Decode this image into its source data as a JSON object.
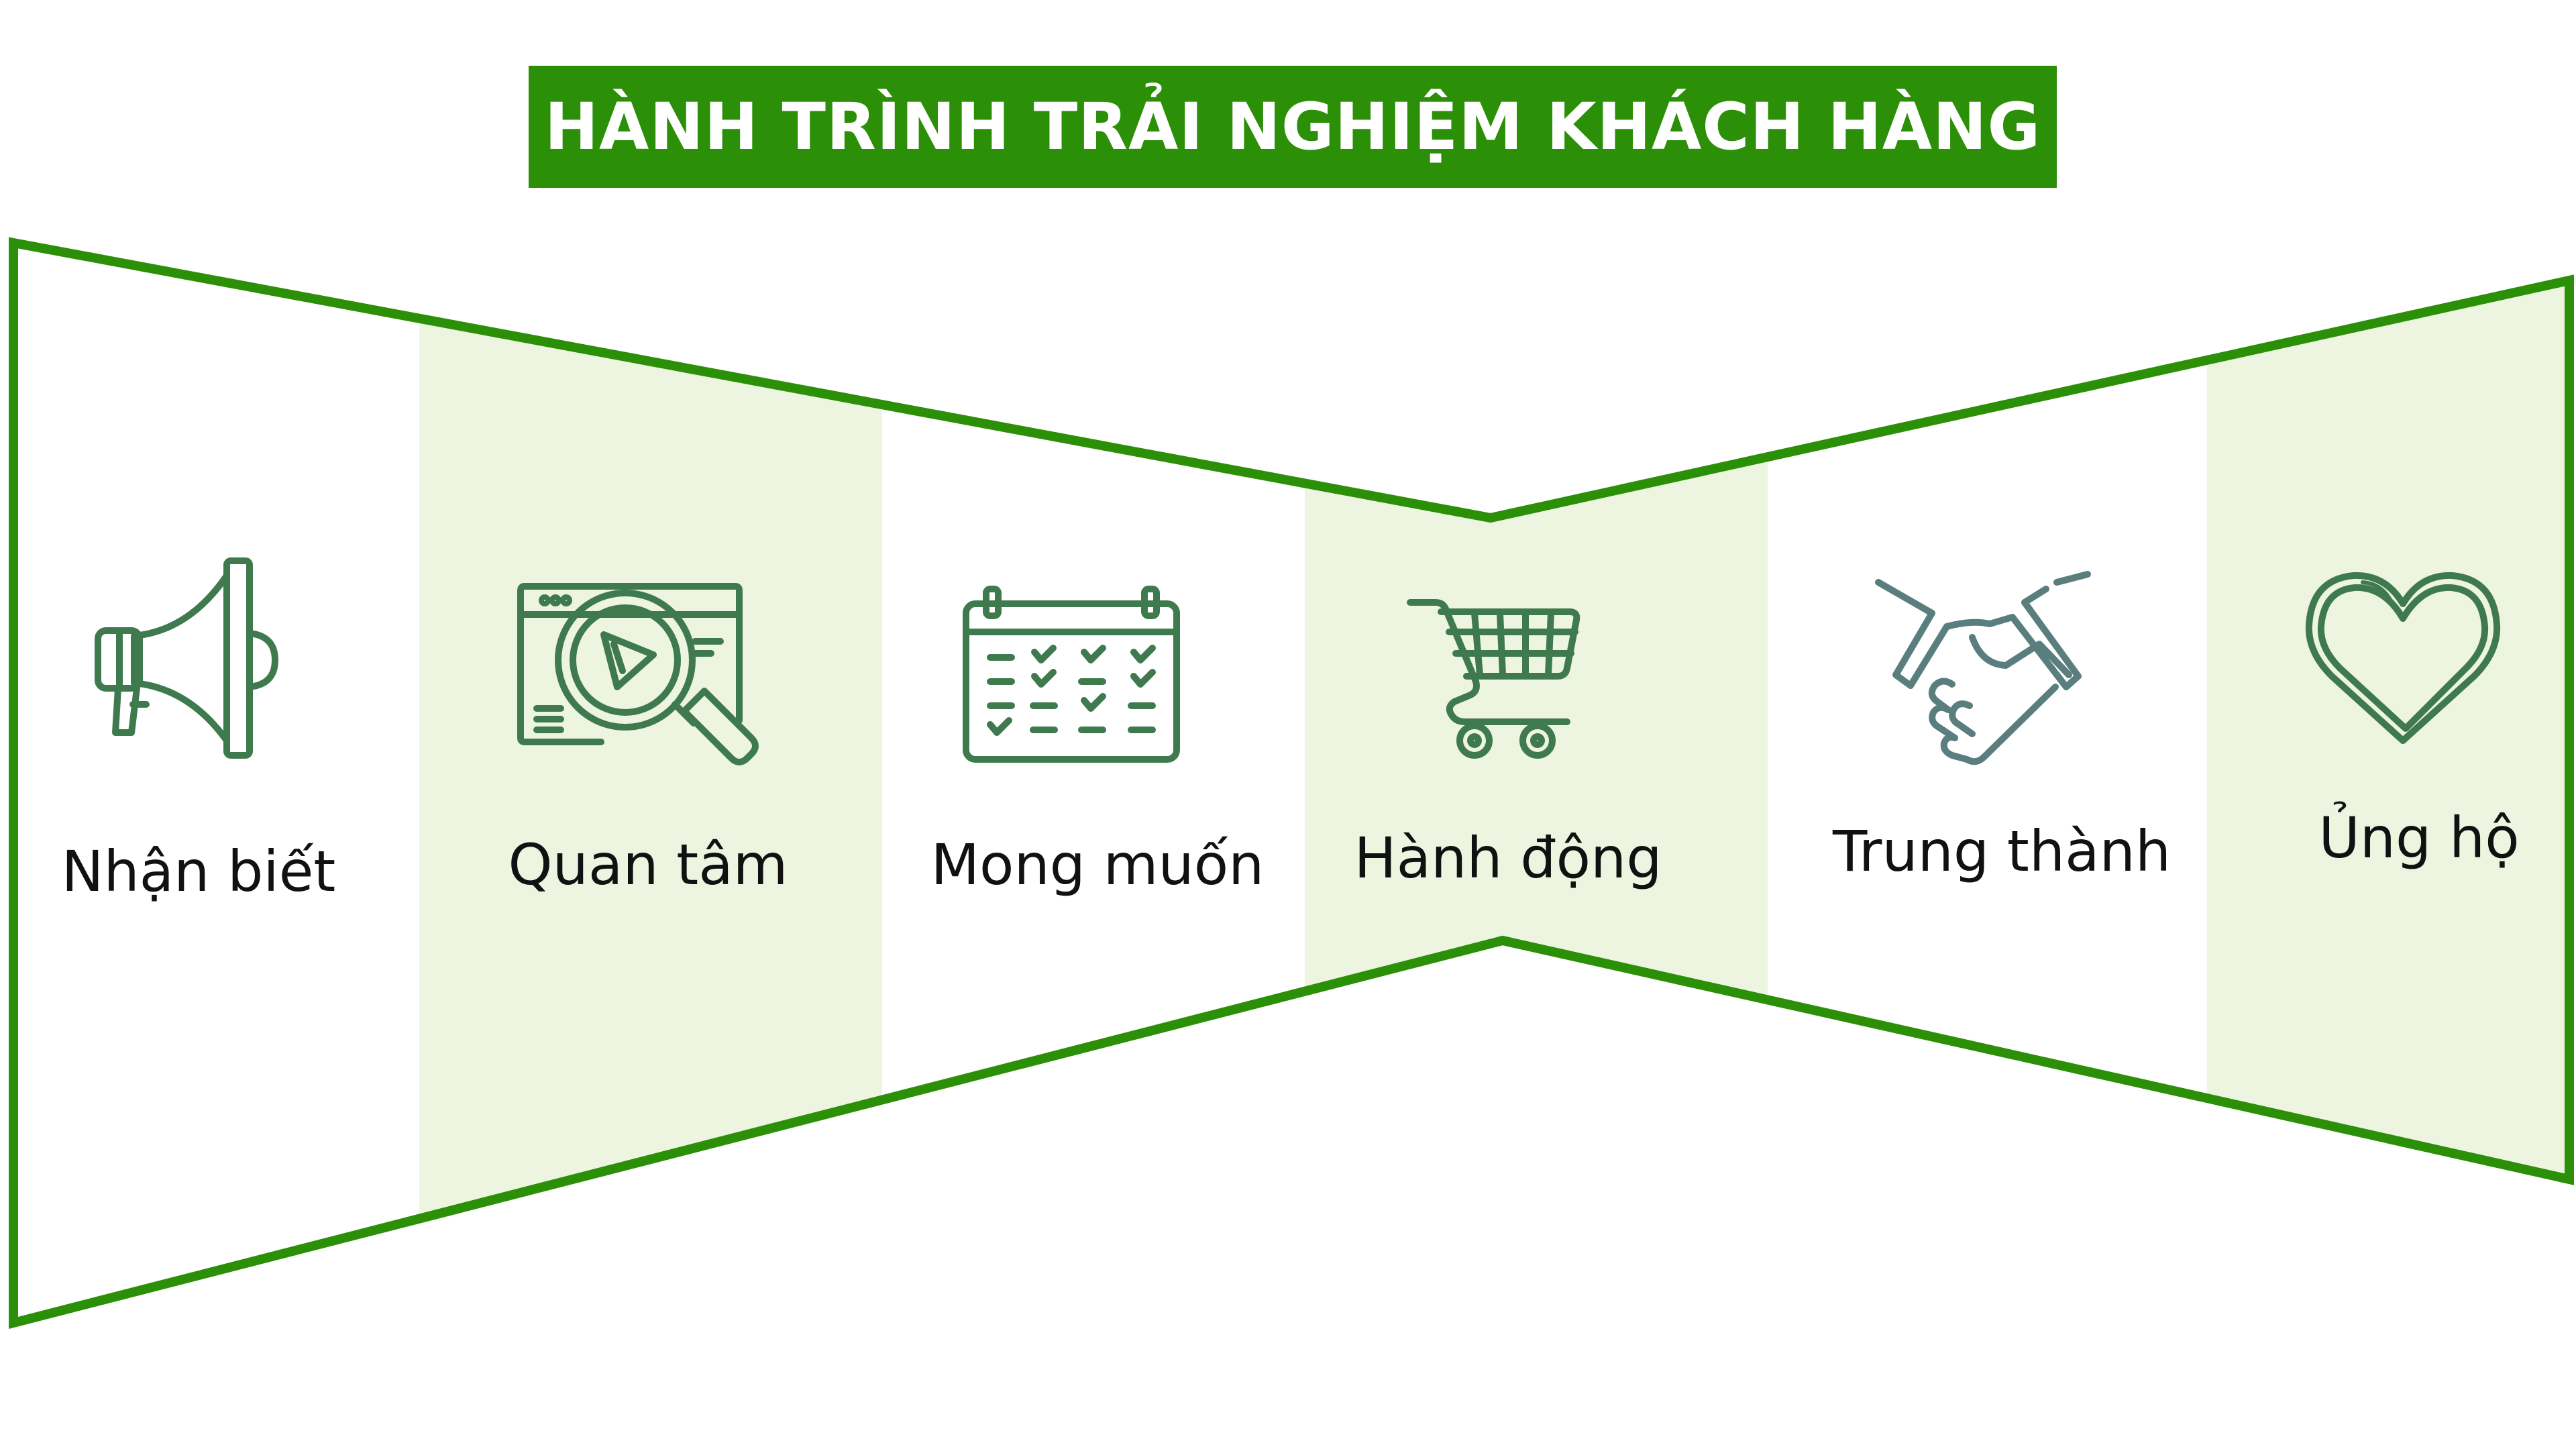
{
  "title": "HÀNH TRÌNH TRẢI NGHIỆM KHÁCH HÀNG",
  "colors": {
    "brand_green": "#2b8f08",
    "band_fill": "#edf5e0",
    "icon_stroke": "#3f7a4f",
    "icon_stroke_alt": "#5a7e7e"
  },
  "stages": [
    {
      "label": "Nhận biết",
      "icon": "megaphone-icon"
    },
    {
      "label": "Quan tâm",
      "icon": "magnifier-browser-icon"
    },
    {
      "label": "Mong muốn",
      "icon": "calendar-checklist-icon"
    },
    {
      "label": "Hành động",
      "icon": "shopping-cart-icon"
    },
    {
      "label": "Trung thành",
      "icon": "handshake-icon"
    },
    {
      "label": "Ủng hộ",
      "icon": "heart-icon"
    }
  ]
}
